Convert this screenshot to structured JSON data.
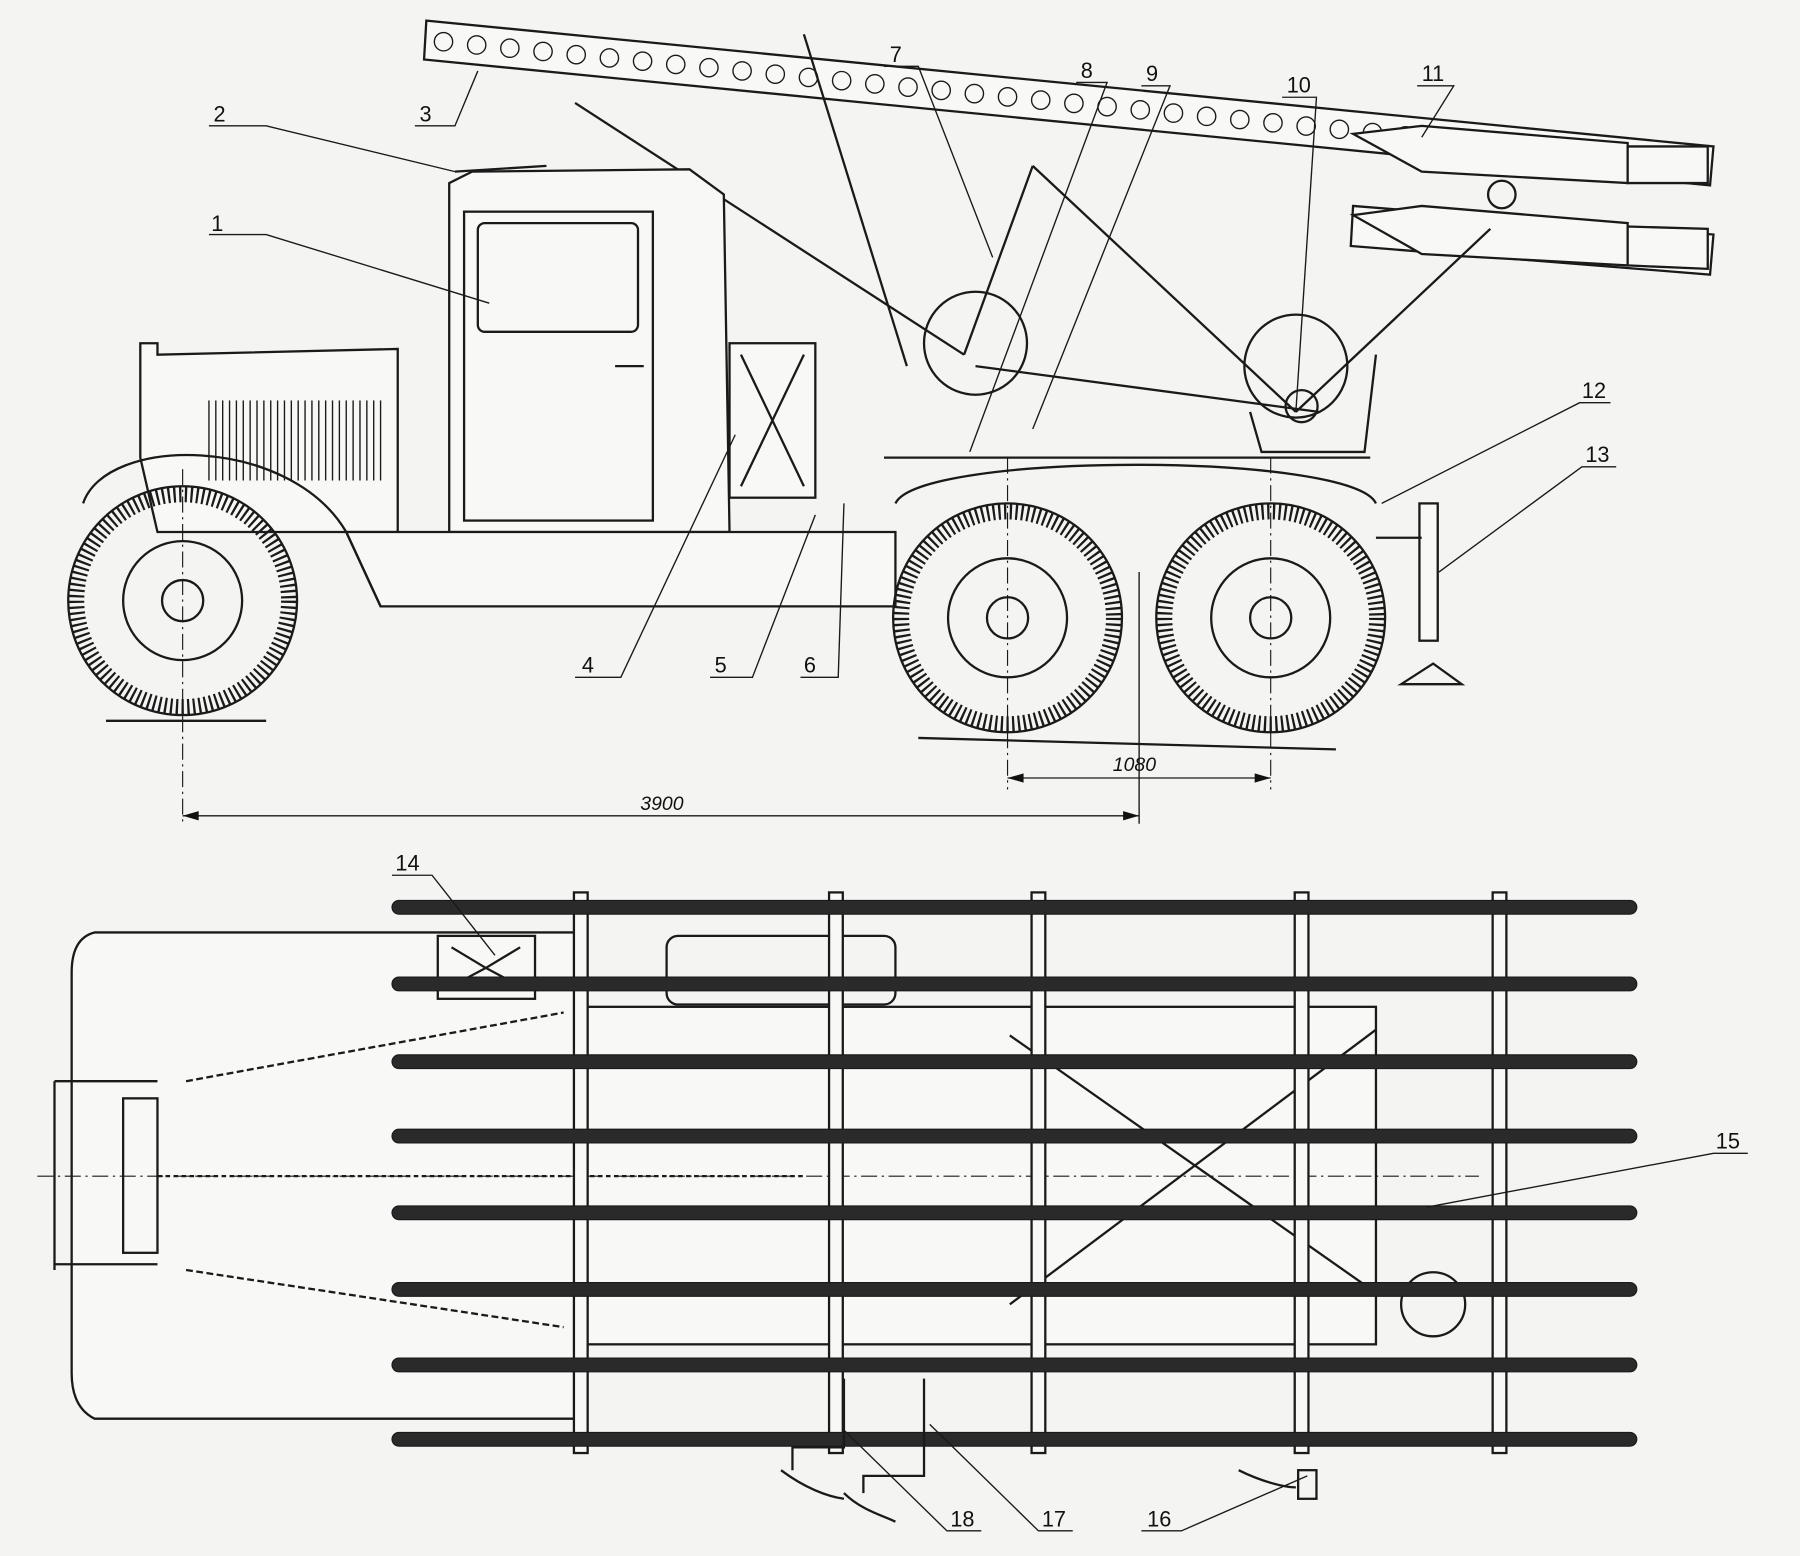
{
  "title": "BM-13 rocket launcher on truck chassis — side and top views",
  "callouts": [
    "1",
    "2",
    "3",
    "4",
    "5",
    "6",
    "7",
    "8",
    "9",
    "10",
    "11",
    "12",
    "13",
    "14",
    "15",
    "16",
    "17",
    "18"
  ],
  "dimensions": {
    "bogie_spacing": "1080",
    "wheelbase": "3900"
  },
  "colors": {
    "ink": "#1a1a1a",
    "paper": "#f4f4f2"
  }
}
